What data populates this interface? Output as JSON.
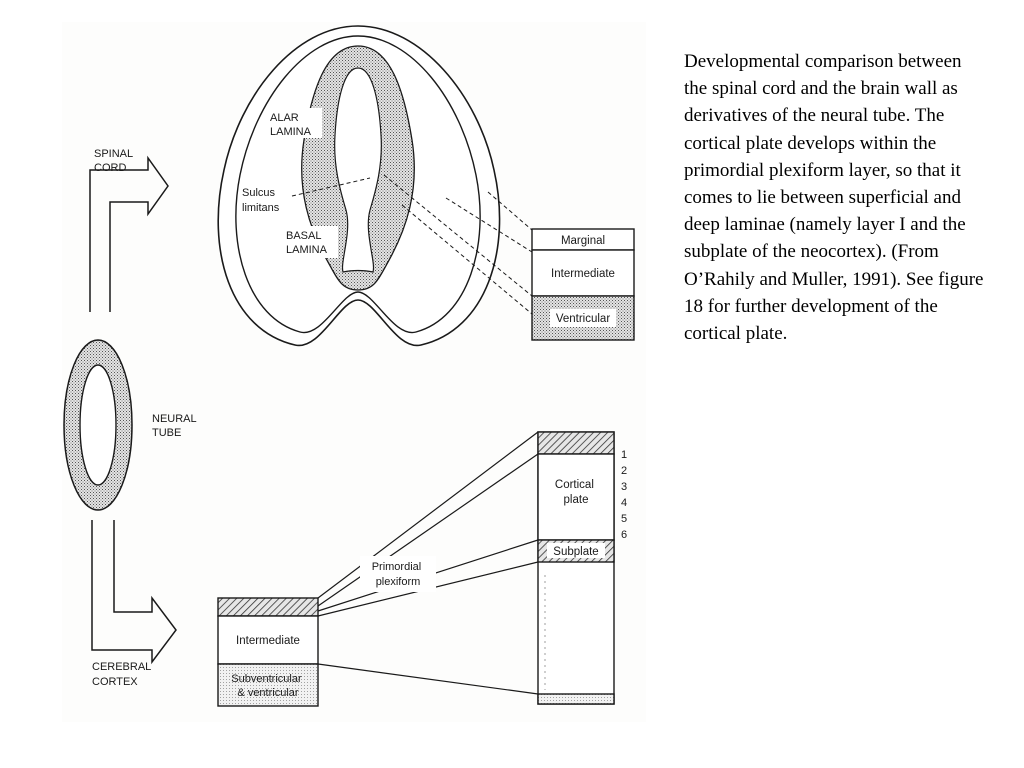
{
  "caption": "Developmental comparison between the spinal cord and the brain wall as derivatives of the neural tube. The cortical plate develops within the primordial plexiform layer, so that it comes to lie between superficial and deep laminae (namely layer I and the subplate of the neocortex). (From O’Rahily and Muller, 1991). See figure 18 for further development of the cortical plate.",
  "labels": {
    "spinal_cord": [
      "SPINAL",
      "CORD"
    ],
    "alar_lamina": [
      "ALAR",
      "LAMINA"
    ],
    "sulcus_limitans": [
      "Sulcus",
      "limitans"
    ],
    "basal_lamina": [
      "BASAL",
      "LAMINA"
    ],
    "neural_tube": [
      "NEURAL",
      "TUBE"
    ],
    "cerebral_cortex": [
      "CEREBRAL",
      "CORTEX"
    ],
    "primordial_plexiform": [
      "Primordial",
      "plexiform"
    ]
  },
  "spinal_layers": [
    "Marginal",
    "Intermediate",
    "Ventricular"
  ],
  "cortex_layers_left": {
    "intermediate": "Intermediate",
    "subventricular": [
      "Subventricular",
      "& ventricular"
    ]
  },
  "cortex_layers_right": {
    "cortical_plate": [
      "Cortical",
      "plate"
    ],
    "subplate": "Subplate"
  },
  "layer_numbers": [
    "1",
    "2",
    "3",
    "4",
    "5",
    "6"
  ]
}
